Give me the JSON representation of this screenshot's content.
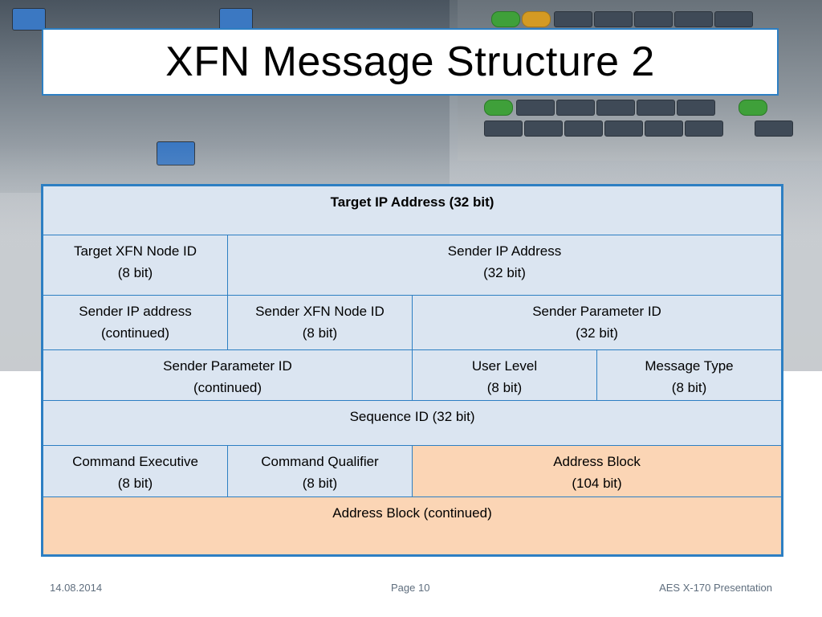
{
  "slide": {
    "title": "XFN Message Structure 2"
  },
  "table": {
    "rows": [
      [
        {
          "label": "Target IP Address  (32 bit)"
        }
      ],
      [
        {
          "line1": "Target XFN Node ID",
          "line2": "(8 bit)"
        },
        {
          "line1": "Sender IP Address",
          "line2": "(32 bit)"
        }
      ],
      [
        {
          "line1": "Sender IP address",
          "line2": "(continued)"
        },
        {
          "line1": "Sender XFN Node ID",
          "line2": "(8 bit)"
        },
        {
          "line1": "Sender Parameter ID",
          "line2": "(32 bit)"
        }
      ],
      [
        {
          "line1": "Sender Parameter ID",
          "line2": "(continued)"
        },
        {
          "line1": "User Level",
          "line2": "(8 bit)"
        },
        {
          "line1": "Message Type",
          "line2": "(8 bit)"
        }
      ],
      [
        {
          "label": "Sequence ID (32 bit)"
        }
      ],
      [
        {
          "line1": "Command Executive",
          "line2": "(8 bit)"
        },
        {
          "line1": "Command Qualifier",
          "line2": "(8 bit)"
        },
        {
          "line1": "Address Block",
          "line2": "(104 bit)"
        }
      ],
      [
        {
          "label": "Address Block (continued)"
        }
      ]
    ],
    "colors": {
      "cell_blue": "#dbe5f1",
      "cell_orange": "#fbd5b5",
      "border": "#2d7fc3"
    }
  },
  "footer": {
    "date": "14.08.2014",
    "page": "Page 10",
    "presentation": "AES X-170 Presentation"
  }
}
